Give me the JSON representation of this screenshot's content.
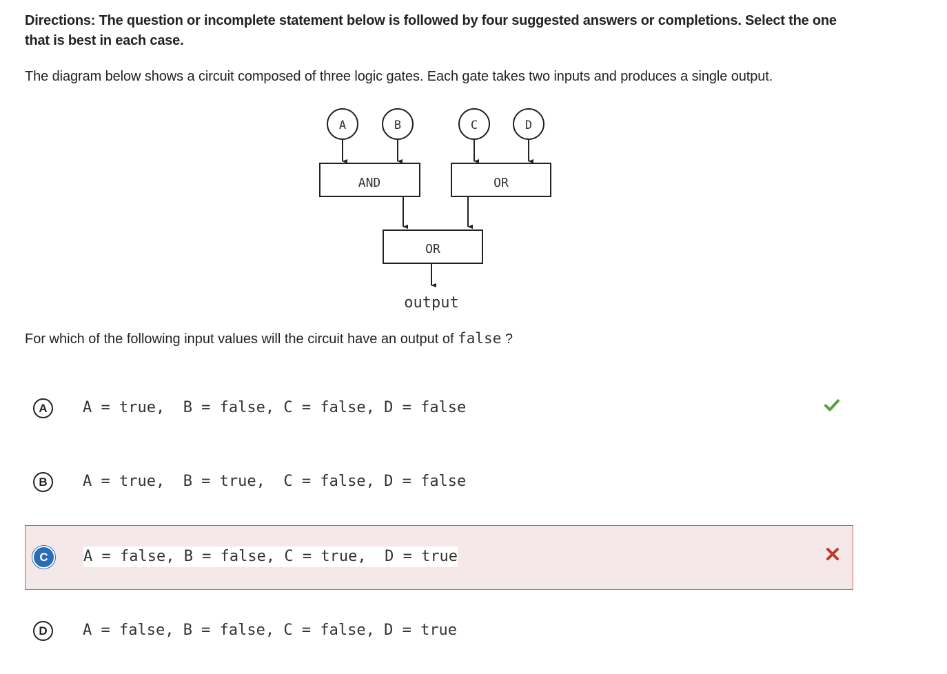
{
  "directions": "Directions: The question or incomplete statement below is followed by four suggested answers or completions. Select the one that is best in each case.",
  "intro": "The diagram below shows a circuit composed of three logic gates. Each gate takes two inputs and produces a single output.",
  "diagram": {
    "inputs": [
      "A",
      "B",
      "C",
      "D"
    ],
    "gate_left": "AND",
    "gate_right": "OR",
    "gate_bottom": "OR",
    "output_label": "output"
  },
  "question": {
    "prefix": "For which of the following input values will the circuit have an output of ",
    "code": "false",
    "suffix": " ?"
  },
  "options": [
    {
      "letter": "A",
      "text": "A = true,  B = false, C = false, D = false",
      "status": "correct"
    },
    {
      "letter": "B",
      "text": "A = true,  B = true,  C = false, D = false",
      "status": "none"
    },
    {
      "letter": "C",
      "text": "A = false, B = false, C = true,  D = true",
      "status": "selected-incorrect"
    },
    {
      "letter": "D",
      "text": "A = false, B = false, C = false, D = true",
      "status": "none"
    }
  ],
  "icons": {
    "correct_mark": "check-icon",
    "incorrect_mark": "x-icon"
  },
  "colors": {
    "correct": "#5a9e3a",
    "incorrect": "#c0392b",
    "selected_bg": "#f4e8e9",
    "selected_border": "#cf5a66",
    "selected_letter": "#2b6db4"
  }
}
